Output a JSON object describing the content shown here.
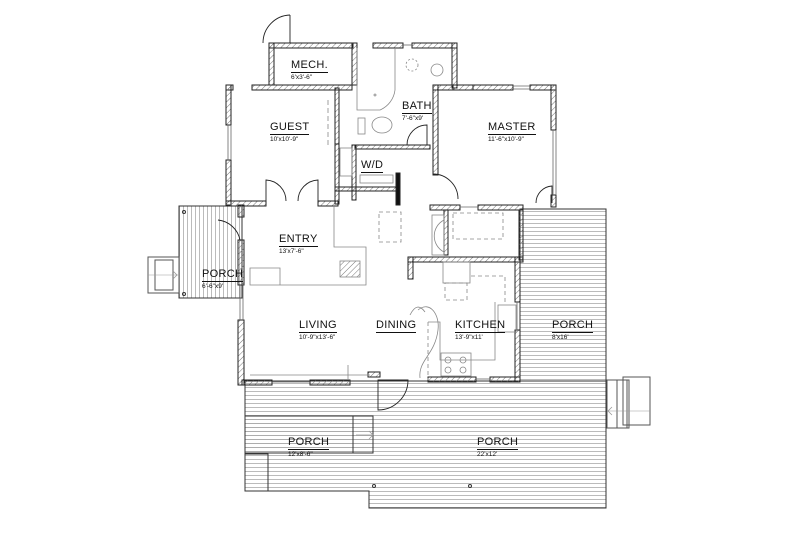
{
  "plan": {
    "type": "floor-plan",
    "rooms": [
      {
        "id": "mech",
        "name": "MECH.",
        "dim": "6'x3'-6\""
      },
      {
        "id": "bath",
        "name": "BATH",
        "dim": "7'-6\"x9'"
      },
      {
        "id": "guest",
        "name": "GUEST",
        "dim": "10'x10'-9\""
      },
      {
        "id": "master",
        "name": "MASTER",
        "dim": "11'-6\"x10'-9\""
      },
      {
        "id": "wd",
        "name": "W/D",
        "dim": ""
      },
      {
        "id": "entry",
        "name": "ENTRY",
        "dim": "13'x7'-6\""
      },
      {
        "id": "porch_west",
        "name": "PORCH",
        "dim": "6'-6\"x9'"
      },
      {
        "id": "living",
        "name": "LIVING",
        "dim": "10'-9\"x13'-6\""
      },
      {
        "id": "dining",
        "name": "DINING",
        "dim": ""
      },
      {
        "id": "kitchen",
        "name": "KITCHEN",
        "dim": "13'-9\"x11'"
      },
      {
        "id": "porch_east",
        "name": "PORCH",
        "dim": "8'x16'"
      },
      {
        "id": "porch_sw",
        "name": "PORCH",
        "dim": "12'x8'-6\""
      },
      {
        "id": "porch_south",
        "name": "PORCH",
        "dim": "22'x12'"
      }
    ],
    "colors": {
      "wall": "#222222",
      "hatch": "#777777",
      "fixture": "#888888",
      "deck_line": "#999999",
      "background": "#ffffff"
    }
  }
}
